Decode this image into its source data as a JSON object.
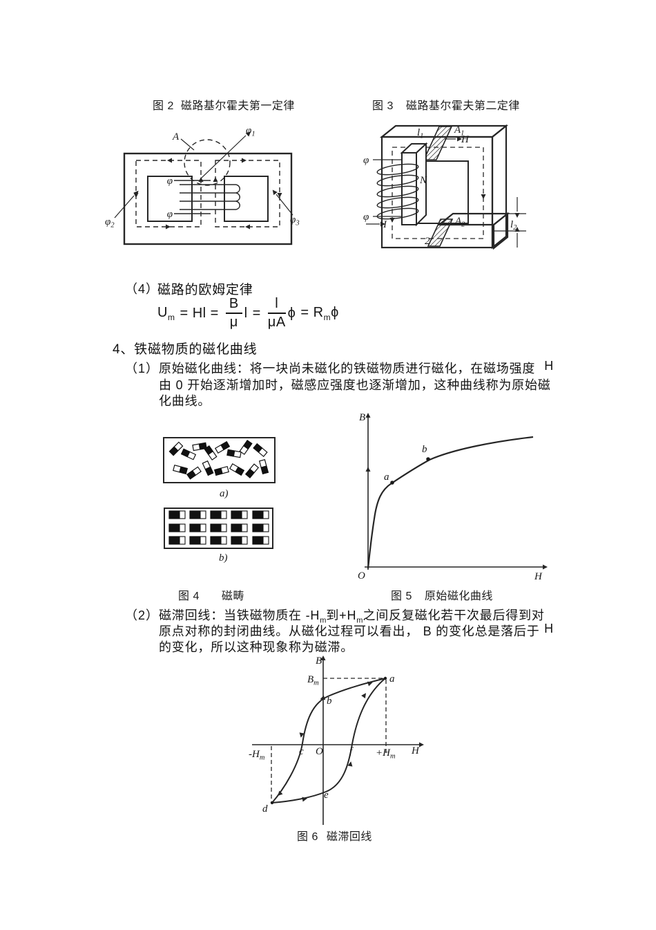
{
  "figure_captions": {
    "fig2_label": "图 2",
    "fig2_title": "磁路基尔霍夫第一定律",
    "fig3_label": "图 3",
    "fig3_title": "磁路基尔霍夫第二定律",
    "fig4_label": "图 4",
    "fig4_title": "磁畴",
    "fig5_label": "图 5",
    "fig5_title": "原始磁化曲线",
    "fig6_label": "图 6",
    "fig6_title": "磁滞回线"
  },
  "ohm_section": {
    "item_no": "（4）",
    "heading": "磁路的欧姆定律",
    "formula": {
      "u": "U",
      "u_sub": "m",
      "eq1": "= Hl =",
      "frac1_num": "B",
      "frac1_den": "μ",
      "frac1_tail": "l",
      "eq2": "=",
      "frac2_num": "l",
      "frac2_den": "μA",
      "frac2_tail": "ϕ",
      "eq3": "= R",
      "r_sub": "m",
      "phi_tail": "ϕ"
    }
  },
  "magnetization_section": {
    "heading": "4、铁磁物质的磁化曲线",
    "para1": {
      "item_no": "（1）",
      "line1": "原始磁化曲线：将一块尚未磁化的铁磁物质进行磁化，在磁场强度",
      "line1_end": "H",
      "line2": "由 0 开始逐渐增加时，磁感应强度也逐渐增加，这种曲线称为原始磁",
      "line3": "化曲线。"
    },
    "para2": {
      "item_no": "（2）",
      "line1_a": "磁滞回线：当铁磁物质在 -H",
      "line1_sub1": "m",
      "line1_b": "到+H",
      "line1_sub2": "m",
      "line1_c": "之间反复磁化若干次最后得到对",
      "line2_a": "原点对称的封闭曲线。从磁化过程可以看出，",
      "line2_b": "B 的变化总是落后于",
      "line2_end": "H",
      "line3": "的变化，所以这种现象称为磁滞。"
    }
  },
  "fig2": {
    "area": "A",
    "phi1": "φ",
    "phi1_sub": "1",
    "phi2": "φ",
    "phi2_sub": "2",
    "phi3": "φ",
    "phi3_sub": "3",
    "lead_top": "φ",
    "lead_bottom": "φ"
  },
  "fig3": {
    "a1": "A",
    "a1_sub": "1",
    "l1": "l",
    "l1_sub": "1",
    "h": "H",
    "n": "N",
    "phi_top": "φ",
    "phi_bottom": "φ",
    "current": "I",
    "a2": "A",
    "a2_sub": "2",
    "l2": "l",
    "l2_sub": "2",
    "two": "2"
  },
  "fig4": {
    "sub_a": "a)",
    "sub_b": "b)"
  },
  "fig5": {
    "b_axis": "B",
    "h_axis": "H",
    "origin": "O",
    "pt_a": "a",
    "pt_b": "b"
  },
  "fig6": {
    "b_axis": "B",
    "h_axis": "H",
    "origin": "O",
    "bm": "B",
    "bm_sub": "m",
    "pt_a": "a",
    "pt_b": "b",
    "pt_c": "c",
    "pt_d": "d",
    "pt_e": "e",
    "pt_f": "f",
    "hm_pos": "+H",
    "hm_pos_sub": "m",
    "hm_neg": "-H",
    "hm_neg_sub": "m"
  }
}
